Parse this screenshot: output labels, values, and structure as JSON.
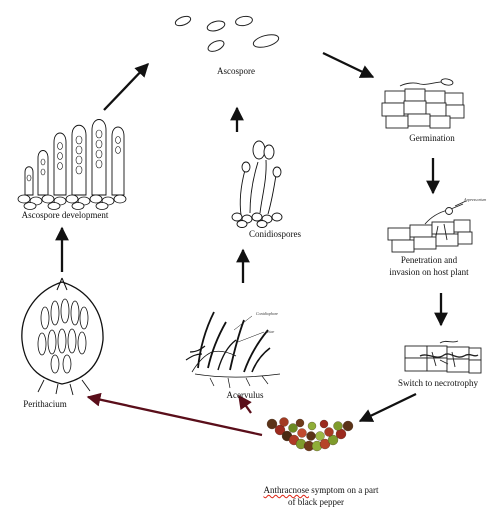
{
  "diagram": {
    "labels": {
      "ascospore": "Ascospore",
      "germination": "Germination",
      "penetration_line1": "Penetration and",
      "penetration_line2": "invasion on host plant",
      "necrotrophy": "Switch to necrotrophy",
      "symptom_word": "Anthracnose",
      "symptom_rest": " symptom on a part",
      "symptom_line2": "of black pepper",
      "perithecium": "Perithacium",
      "acervulus": "Acervulus",
      "conidiospores": "Conidiospores",
      "ascospore_development": "Ascospore development",
      "appressorium_note": "Appressorium",
      "conidiophore_note": "Conidiophore",
      "setae_note": "setae"
    },
    "colors": {
      "ink": "#111111",
      "arrow_head": "#5a0e1a",
      "berry_red": "#9c2a1e",
      "berry_brown": "#5b3318",
      "berry_green": "#7f9b2c",
      "squiggle": "#dd2211"
    }
  }
}
